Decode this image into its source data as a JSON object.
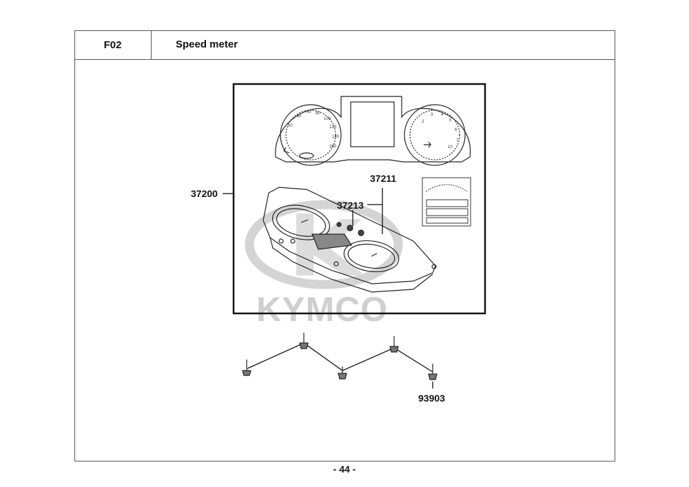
{
  "section": {
    "code": "F02",
    "title": "Speed meter"
  },
  "watermark": "KYMCO",
  "callouts": {
    "assembly": "37200",
    "lens": "37211",
    "knob": "37213",
    "screw": "93903"
  },
  "page": {
    "number": "- 44 -"
  }
}
